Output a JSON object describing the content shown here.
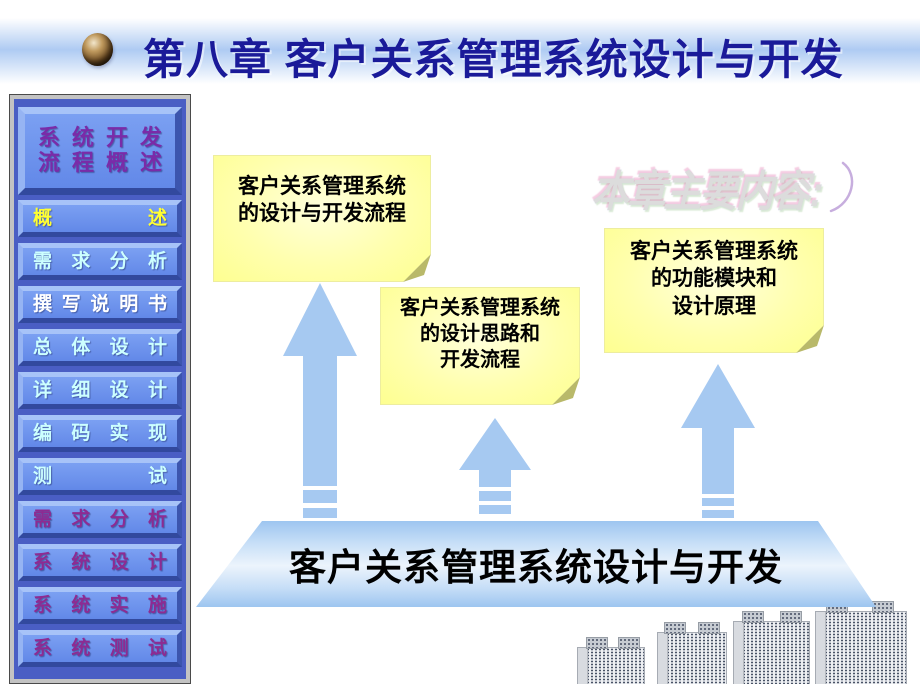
{
  "title": {
    "text": "第八章 客户关系管理系统设计与开发"
  },
  "watermark": {
    "text": "本章主要内容:"
  },
  "sidebar": {
    "items": [
      {
        "label": "系统开发\n流程概述"
      },
      {
        "label": "概述"
      },
      {
        "label": "需求分析"
      },
      {
        "label": "撰写说明书"
      },
      {
        "label": "总体设计"
      },
      {
        "label": "详细设计"
      },
      {
        "label": "编码实现"
      },
      {
        "label": "测试"
      },
      {
        "label": "需求分析"
      },
      {
        "label": "系统设计"
      },
      {
        "label": "系统实施"
      },
      {
        "label": "系统测试"
      }
    ]
  },
  "notes": [
    {
      "text": "客户关系管理系统\n的设计与开发流程"
    },
    {
      "text": "客户关系管理系统\n的设计思路和\n开发流程"
    },
    {
      "text": "客户关系管理系统\n的功能模块和\n设计原理"
    }
  ],
  "banner": {
    "label": "客户关系管理系统设计与开发"
  },
  "palette": {
    "title_navy": "#1a1a99",
    "arrow_blue": "#a6c9f1",
    "note_yellow": "#ffff99",
    "note_fold_olive": "#b9b96a",
    "button_face": "#6d96ee",
    "sidebar_bg": "#4a5ec4",
    "text_cyan": "#ccffff",
    "text_purple": "#7a2ba8",
    "text_magenta": "#8d2b92",
    "text_yellow": "#ffff33",
    "banner_blue": "#9dc5f0"
  }
}
